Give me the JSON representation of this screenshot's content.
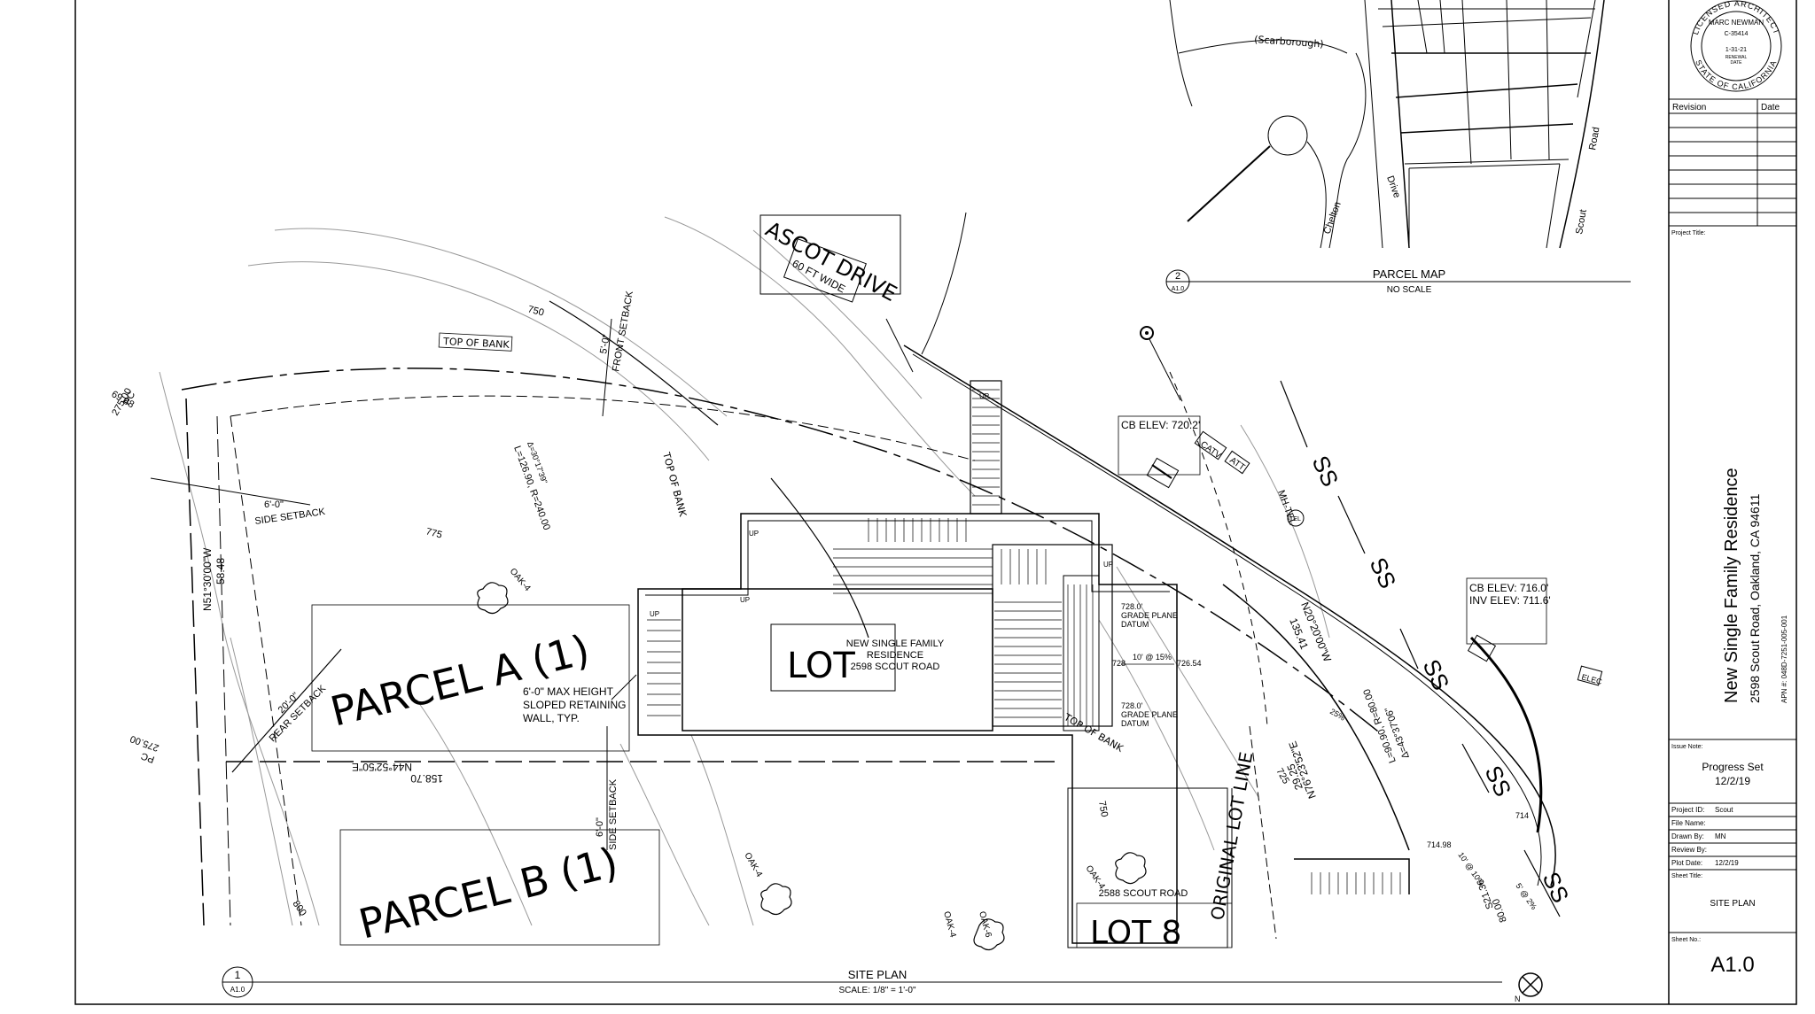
{
  "stamp": {
    "ring_top": "LICENSED ARCHITECT",
    "ring_bottom": "STATE OF CALIFORNIA",
    "name": "MARC NEWMAN",
    "license": "C-35414",
    "renewal_date": "1-31-21",
    "renewal_label_1": "RENEWAL",
    "renewal_label_2": "DATE"
  },
  "revision_table": {
    "col_revision": "Revision",
    "col_date": "Date"
  },
  "project_title_label": "Project Title:",
  "project": {
    "title": "New Single Family Residence",
    "address": "2598 Scout Road, Oakland, CA 94611",
    "apn": "APN #: 048D-7251-005-001"
  },
  "issue_note_label": "Issue Note:",
  "issue": {
    "status": "Progress Set",
    "date": "12/2/19"
  },
  "info_rows": [
    {
      "label": "Project ID:",
      "value": "Scout"
    },
    {
      "label": "File Name:",
      "value": ""
    },
    {
      "label": "Drawn By:",
      "value": "MN"
    },
    {
      "label": "Review By:",
      "value": ""
    },
    {
      "label": "Plot Date:",
      "value": "12/2/19"
    }
  ],
  "sheet_title_label": "Sheet Title:",
  "sheet_title": "SITE PLAN",
  "sheet_no_label": "Sheet No.:",
  "sheet_no": "A1.0",
  "parcel_map": {
    "title": "PARCEL MAP",
    "scale": "NO SCALE",
    "bubble_num": "2",
    "bubble_sheet": "A1.0",
    "streets": [
      "(Scarborough)",
      "Chelton",
      "Drive",
      "Scout",
      "Road"
    ]
  },
  "site_plan": {
    "title": "SITE PLAN",
    "scale": "SCALE: 1/8\" = 1'-0\"",
    "bubble_num": "1",
    "bubble_sheet": "A1.0",
    "north": "N"
  },
  "labels": {
    "ascot": "ASCOT DRIVE",
    "ascot_width": "60 FT WIDE",
    "top_of_bank": "TOP OF BANK",
    "front_setback": "FRONT SETBACK",
    "front_setback_dim": "5'-0\"",
    "side_setback_dim": "6'-0\"",
    "side_setback": "SIDE SETBACK",
    "rear_setback_dim": "20'-0\"",
    "rear_setback": "REAR SETBACK",
    "parcel_a": "PARCEL A (1)",
    "parcel_b": "PARCEL B (1)",
    "lot": "LOT",
    "lot_8": "LOT 8",
    "original_lot_line": "ORIGINAL LOT LINE",
    "retaining_wall": "6'-0\" MAX HEIGHT\nSLOPED RETAINING\nWALL, TYP.",
    "new_residence_1": "NEW SINGLE FAMILY",
    "new_residence_2": "RESIDENCE",
    "new_residence_3": "2598 SCOUT ROAD",
    "neighbor": "2588 SCOUT ROAD",
    "gp_datum_1": "728.0'",
    "gp_datum_2": "GRADE PLANE",
    "gp_datum_3": "DATUM",
    "slope": "10' @ 15%",
    "elev_726": "726.54",
    "elev_728": "728",
    "cb1": "CB  ELEV: 720.2'",
    "cb2_1": "CB  ELEV: 716.0'",
    "cb2_2": "INV  ELEV: 711.6'",
    "catv": "CATV",
    "att": "ATT",
    "mh_tel": "MH-TEL",
    "tel": "TEL",
    "elec": "ELEC",
    "ss": "SS",
    "up": "UP",
    "oak": "OAK-4",
    "oak6": "OAK-6",
    "c750": "750",
    "c775": "775",
    "c800": "800",
    "c725": "725",
    "brg1": "N51°30'00\"W",
    "brg1_len": "58.48",
    "brg2": "N44°52'50\"E",
    "brg2_len": "158.70",
    "brg3": "N20°20'00\"W",
    "brg3_len": "135.41",
    "brg4": "N76°23'52\"E",
    "brg4_len": "29.25",
    "arc1": "L=126.90, R=240.00",
    "arc1b": "Δ=30°17'39\"",
    "arc2": "L=90.90, R=80.00",
    "arc2b": "Δ=43°37'06\"",
    "pc1": "PC",
    "pc1_num": "275.00",
    "pc2": "PC",
    "pc2_num": "275.00",
    "top": "69.88",
    "pct25": "25%",
    "pct10": "10' @ 10%",
    "pct2": "5' @ 2%",
    "e714": "714.98",
    "e714b": "714",
    "dim_80": "80.00",
    "dim_5": "S21.36"
  }
}
